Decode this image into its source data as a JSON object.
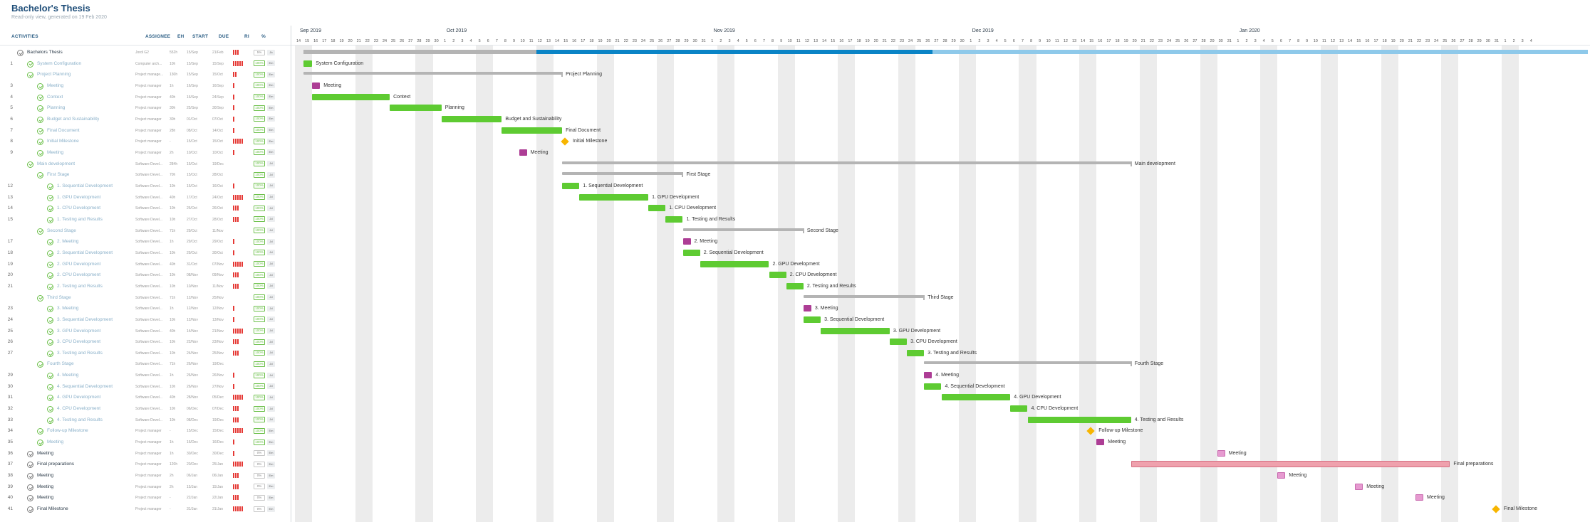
{
  "header": {
    "title": "Bachelor's Thesis",
    "subtitle": "Read-only view, generated on 19 Feb 2020"
  },
  "columns": {
    "activities": "ACTIVITIES",
    "assignee": "ASSIGNEE",
    "eh": "EH",
    "start": "START",
    "due": "DUE",
    "ri": "RI",
    "pct": "%"
  },
  "timeline": {
    "months": [
      "Sep 2019",
      "Oct 2019",
      "Nov 2019",
      "Dec 2019",
      "Jan 2020"
    ],
    "days": [
      "14",
      "15",
      "16",
      "17",
      "18",
      "19",
      "20",
      "21",
      "22",
      "23",
      "24",
      "25",
      "26",
      "27",
      "28",
      "29",
      "30",
      "1",
      "2",
      "3",
      "4",
      "5",
      "6",
      "7",
      "8",
      "9",
      "10",
      "11",
      "12",
      "13",
      "14",
      "15",
      "16",
      "17",
      "18",
      "19",
      "20",
      "21",
      "22",
      "23",
      "24",
      "25",
      "26",
      "27",
      "28",
      "29",
      "30",
      "31",
      "1",
      "2",
      "3",
      "4",
      "5",
      "6",
      "7",
      "8",
      "9",
      "10",
      "11",
      "12",
      "13",
      "14",
      "15",
      "16",
      "17",
      "18",
      "19",
      "20",
      "21",
      "22",
      "23",
      "24",
      "25",
      "26",
      "27",
      "28",
      "29",
      "30",
      "1",
      "2",
      "3",
      "4",
      "5",
      "6",
      "7",
      "8",
      "9",
      "10",
      "11",
      "12",
      "13",
      "14",
      "15",
      "16",
      "17",
      "18",
      "19",
      "20",
      "21",
      "22",
      "23",
      "24",
      "25",
      "26",
      "27",
      "28",
      "29",
      "30",
      "31",
      "1",
      "2",
      "3",
      "4",
      "5",
      "6",
      "7",
      "8",
      "9",
      "10",
      "11",
      "12",
      "13",
      "14",
      "15",
      "16",
      "17",
      "18",
      "19",
      "20",
      "21",
      "22",
      "23",
      "24",
      "25",
      "26",
      "27",
      "28",
      "29",
      "30",
      "31",
      "1",
      "2",
      "3",
      "4"
    ]
  },
  "colors": {
    "task": "#5ecb32",
    "summary": "#b4b4b4",
    "meeting": "#ad3d95",
    "milestone": "#f7b500",
    "progress": "#0a84c6",
    "future": "#efa1ad"
  },
  "rows": [
    {
      "num": "",
      "name": "Bachelors Thesis",
      "indent": 0,
      "top": true,
      "assignee": "Jordi G2",
      "eh": "552h",
      "start": "15/Sep",
      "due": "21/Feb",
      "pct": "5%",
      "tag": "Jb",
      "ri": 3,
      "done": false
    },
    {
      "num": "1",
      "name": "System Configuration",
      "indent": 1,
      "assignee": "Computer arch...",
      "eh": "10h",
      "start": "15/Sep",
      "due": "15/Sep",
      "pct": "100%",
      "tag": "Em",
      "ri": 5,
      "done": true
    },
    {
      "num": "",
      "name": "Project Planning",
      "indent": 1,
      "assignee": "Project manage...",
      "eh": "130h",
      "start": "15/Sep",
      "due": "15/Oct",
      "pct": "100%",
      "tag": "Em",
      "ri": 2,
      "done": true
    },
    {
      "num": "3",
      "name": "Meeting",
      "indent": 2,
      "assignee": "Project manager",
      "eh": "1h",
      "start": "16/Sep",
      "due": "16/Sep",
      "pct": "100%",
      "tag": "Em",
      "ri": 1,
      "done": true
    },
    {
      "num": "4",
      "name": "Context",
      "indent": 2,
      "assignee": "Project manager",
      "eh": "40h",
      "start": "16/Sep",
      "due": "24/Sep",
      "pct": "100%",
      "tag": "Em",
      "ri": 1,
      "done": true
    },
    {
      "num": "5",
      "name": "Planning",
      "indent": 2,
      "assignee": "Project manager",
      "eh": "30h",
      "start": "25/Sep",
      "due": "30/Sep",
      "pct": "100%",
      "tag": "Em",
      "ri": 1,
      "done": true
    },
    {
      "num": "6",
      "name": "Budget and Sustainability",
      "indent": 2,
      "assignee": "Project manager",
      "eh": "30h",
      "start": "01/Oct",
      "due": "07/Oct",
      "pct": "100%",
      "tag": "Em",
      "ri": 1,
      "done": true
    },
    {
      "num": "7",
      "name": "Final Document",
      "indent": 2,
      "assignee": "Project manager",
      "eh": "28h",
      "start": "08/Oct",
      "due": "14/Oct",
      "pct": "100%",
      "tag": "Em",
      "ri": 1,
      "done": true
    },
    {
      "num": "8",
      "name": "Initial Milestone",
      "indent": 2,
      "assignee": "Project manager",
      "eh": "-",
      "start": "15/Oct",
      "due": "15/Oct",
      "pct": "100%",
      "tag": "Em",
      "ri": 5,
      "done": true
    },
    {
      "num": "9",
      "name": "Meeting",
      "indent": 2,
      "assignee": "Project manager",
      "eh": "2h",
      "start": "10/Oct",
      "due": "10/Oct",
      "pct": "100%",
      "tag": "Em",
      "ri": 1,
      "done": true
    },
    {
      "num": "",
      "name": "Main development",
      "indent": 1,
      "assignee": "Software Devel...",
      "eh": "284h",
      "start": "15/Oct",
      "due": "19/Dec",
      "pct": "100%",
      "tag": "Jd",
      "ri": 0,
      "done": true
    },
    {
      "num": "",
      "name": "First Stage",
      "indent": 2,
      "assignee": "Software Devel...",
      "eh": "70h",
      "start": "15/Oct",
      "due": "28/Oct",
      "pct": "100%",
      "tag": "Jd",
      "ri": 0,
      "done": true
    },
    {
      "num": "12",
      "name": "1. Sequential Development",
      "indent": 3,
      "assignee": "Software Devel...",
      "eh": "10h",
      "start": "15/Oct",
      "due": "16/Oct",
      "pct": "100%",
      "tag": "Jd",
      "ri": 1,
      "done": true
    },
    {
      "num": "13",
      "name": "1. GPU Development",
      "indent": 3,
      "assignee": "Software Devel...",
      "eh": "40h",
      "start": "17/Oct",
      "due": "24/Oct",
      "pct": "100%",
      "tag": "Jd",
      "ri": 5,
      "done": true
    },
    {
      "num": "14",
      "name": "1. CPU Development",
      "indent": 3,
      "assignee": "Software Devel...",
      "eh": "10h",
      "start": "25/Oct",
      "due": "26/Oct",
      "pct": "100%",
      "tag": "Jd",
      "ri": 3,
      "done": true
    },
    {
      "num": "15",
      "name": "1. Testing and Results",
      "indent": 3,
      "assignee": "Software Devel...",
      "eh": "10h",
      "start": "27/Oct",
      "due": "28/Oct",
      "pct": "100%",
      "tag": "Jd",
      "ri": 3,
      "done": true
    },
    {
      "num": "",
      "name": "Second Stage",
      "indent": 2,
      "assignee": "Software Devel...",
      "eh": "71h",
      "start": "29/Oct",
      "due": "11/Nov",
      "pct": "100%",
      "tag": "Jd",
      "ri": 0,
      "done": true
    },
    {
      "num": "17",
      "name": "2. Meeting",
      "indent": 3,
      "assignee": "Software Devel...",
      "eh": "1h",
      "start": "29/Oct",
      "due": "29/Oct",
      "pct": "100%",
      "tag": "Jd",
      "ri": 1,
      "done": true
    },
    {
      "num": "18",
      "name": "2. Sequential Development",
      "indent": 3,
      "assignee": "Software Devel...",
      "eh": "10h",
      "start": "29/Oct",
      "due": "30/Oct",
      "pct": "100%",
      "tag": "Jd",
      "ri": 1,
      "done": true
    },
    {
      "num": "19",
      "name": "2. GPU Development",
      "indent": 3,
      "assignee": "Software Devel...",
      "eh": "40h",
      "start": "31/Oct",
      "due": "07/Nov",
      "pct": "100%",
      "tag": "Jd",
      "ri": 5,
      "done": true
    },
    {
      "num": "20",
      "name": "2. CPU Development",
      "indent": 3,
      "assignee": "Software Devel...",
      "eh": "10h",
      "start": "08/Nov",
      "due": "09/Nov",
      "pct": "100%",
      "tag": "Jd",
      "ri": 3,
      "done": true
    },
    {
      "num": "21",
      "name": "2. Testing and Results",
      "indent": 3,
      "assignee": "Software Devel...",
      "eh": "10h",
      "start": "10/Nov",
      "due": "11/Nov",
      "pct": "100%",
      "tag": "Jd",
      "ri": 3,
      "done": true
    },
    {
      "num": "",
      "name": "Third Stage",
      "indent": 2,
      "assignee": "Software Devel...",
      "eh": "71h",
      "start": "12/Nov",
      "due": "25/Nov",
      "pct": "100%",
      "tag": "Jd",
      "ri": 0,
      "done": true
    },
    {
      "num": "23",
      "name": "3. Meeting",
      "indent": 3,
      "assignee": "Software Devel...",
      "eh": "1h",
      "start": "12/Nov",
      "due": "12/Nov",
      "pct": "100%",
      "tag": "Jd",
      "ri": 1,
      "done": true
    },
    {
      "num": "24",
      "name": "3. Sequential Development",
      "indent": 3,
      "assignee": "Software Devel...",
      "eh": "10h",
      "start": "12/Nov",
      "due": "13/Nov",
      "pct": "100%",
      "tag": "Jd",
      "ri": 1,
      "done": true
    },
    {
      "num": "25",
      "name": "3. GPU Development",
      "indent": 3,
      "assignee": "Software Devel...",
      "eh": "40h",
      "start": "14/Nov",
      "due": "21/Nov",
      "pct": "100%",
      "tag": "Jd",
      "ri": 5,
      "done": true
    },
    {
      "num": "26",
      "name": "3. CPU Development",
      "indent": 3,
      "assignee": "Software Devel...",
      "eh": "10h",
      "start": "22/Nov",
      "due": "23/Nov",
      "pct": "100%",
      "tag": "Jd",
      "ri": 3,
      "done": true
    },
    {
      "num": "27",
      "name": "3. Testing and Results",
      "indent": 3,
      "assignee": "Software Devel...",
      "eh": "10h",
      "start": "24/Nov",
      "due": "25/Nov",
      "pct": "100%",
      "tag": "Jd",
      "ri": 3,
      "done": true
    },
    {
      "num": "",
      "name": "Fourth Stage",
      "indent": 2,
      "assignee": "Software Devel...",
      "eh": "71h",
      "start": "26/Nov",
      "due": "19/Dec",
      "pct": "100%",
      "tag": "Jd",
      "ri": 0,
      "done": true
    },
    {
      "num": "29",
      "name": "4. Meeting",
      "indent": 3,
      "assignee": "Software Devel...",
      "eh": "1h",
      "start": "26/Nov",
      "due": "26/Nov",
      "pct": "100%",
      "tag": "Jd",
      "ri": 1,
      "done": true
    },
    {
      "num": "30",
      "name": "4. Sequential Development",
      "indent": 3,
      "assignee": "Software Devel...",
      "eh": "10h",
      "start": "26/Nov",
      "due": "27/Nov",
      "pct": "100%",
      "tag": "Jd",
      "ri": 1,
      "done": true
    },
    {
      "num": "31",
      "name": "4. GPU Development",
      "indent": 3,
      "assignee": "Software Devel...",
      "eh": "40h",
      "start": "28/Nov",
      "due": "05/Dec",
      "pct": "100%",
      "tag": "Jd",
      "ri": 5,
      "done": true
    },
    {
      "num": "32",
      "name": "4. CPU Development",
      "indent": 3,
      "assignee": "Software Devel...",
      "eh": "10h",
      "start": "06/Dec",
      "due": "07/Dec",
      "pct": "100%",
      "tag": "Jd",
      "ri": 3,
      "done": true
    },
    {
      "num": "33",
      "name": "4. Testing and Results",
      "indent": 3,
      "assignee": "Software Devel...",
      "eh": "10h",
      "start": "08/Dec",
      "due": "19/Dec",
      "pct": "100%",
      "tag": "Jd",
      "ri": 3,
      "done": true
    },
    {
      "num": "34",
      "name": "Follow-up Milestone",
      "indent": 2,
      "assignee": "Project manager",
      "eh": "-",
      "start": "15/Dec",
      "due": "15/Dec",
      "pct": "100%",
      "tag": "Em",
      "ri": 5,
      "done": true
    },
    {
      "num": "35",
      "name": "Meeting",
      "indent": 2,
      "assignee": "Project manager",
      "eh": "1h",
      "start": "16/Dec",
      "due": "16/Dec",
      "pct": "100%",
      "tag": "Em",
      "ri": 1,
      "done": true
    },
    {
      "num": "36",
      "name": "Meeting",
      "indent": 1,
      "top": true,
      "assignee": "Project manager",
      "eh": "1h",
      "start": "30/Dec",
      "due": "30/Dec",
      "pct": "0%",
      "tag": "Em",
      "ri": 1,
      "done": false
    },
    {
      "num": "37",
      "name": "Final preparations",
      "indent": 1,
      "top": true,
      "assignee": "Project manager",
      "eh": "120h",
      "start": "20/Dec",
      "due": "25/Jan",
      "pct": "0%",
      "tag": "Em",
      "ri": 5,
      "done": false
    },
    {
      "num": "38",
      "name": "Meeting",
      "indent": 1,
      "top": true,
      "assignee": "Project manager",
      "eh": "2h",
      "start": "06/Jan",
      "due": "06/Jan",
      "pct": "0%",
      "tag": "Em",
      "ri": 3,
      "done": false
    },
    {
      "num": "39",
      "name": "Meeting",
      "indent": 1,
      "top": true,
      "assignee": "Project manager",
      "eh": "2h",
      "start": "15/Jan",
      "due": "15/Jan",
      "pct": "0%",
      "tag": "Em",
      "ri": 3,
      "done": false
    },
    {
      "num": "40",
      "name": "Meeting",
      "indent": 1,
      "top": true,
      "assignee": "Project manager",
      "eh": "-",
      "start": "22/Jan",
      "due": "22/Jan",
      "pct": "0%",
      "tag": "Em",
      "ri": 3,
      "done": false
    },
    {
      "num": "41",
      "name": "Final Milestone",
      "indent": 1,
      "top": true,
      "assignee": "Project manager",
      "eh": "-",
      "start": "31/Jan",
      "due": "31/Jan",
      "pct": "0%",
      "tag": "Em",
      "ri": 5,
      "done": false
    }
  ],
  "bars": [
    {
      "row": 0,
      "type": "root",
      "from": 1,
      "to": 150,
      "progress_from": 28,
      "progress_to": 74
    },
    {
      "row": 1,
      "type": "task",
      "from": 1,
      "to": 2,
      "label": "System Configuration"
    },
    {
      "row": 2,
      "type": "summary",
      "from": 1,
      "to": 31,
      "label": "Project Planning"
    },
    {
      "row": 3,
      "type": "meeting",
      "from": 2,
      "label": "Meeting"
    },
    {
      "row": 4,
      "type": "task",
      "from": 2,
      "to": 11,
      "label": "Context"
    },
    {
      "row": 5,
      "type": "task",
      "from": 11,
      "to": 17,
      "label": "Planning"
    },
    {
      "row": 6,
      "type": "task",
      "from": 17,
      "to": 24,
      "label": "Budget and Sustainability"
    },
    {
      "row": 7,
      "type": "task",
      "from": 24,
      "to": 31,
      "label": "Final Document"
    },
    {
      "row": 8,
      "type": "milestone",
      "from": 31,
      "label": "Initial Milestone"
    },
    {
      "row": 9,
      "type": "meeting",
      "from": 26,
      "label": "Meeting"
    },
    {
      "row": 10,
      "type": "summary",
      "from": 31,
      "to": 97,
      "label": "Main development"
    },
    {
      "row": 11,
      "type": "summary",
      "from": 31,
      "to": 45,
      "label": "First Stage"
    },
    {
      "row": 12,
      "type": "task",
      "from": 31,
      "to": 33,
      "label": "1. Sequential Development"
    },
    {
      "row": 13,
      "type": "task",
      "from": 33,
      "to": 41,
      "label": "1. GPU Development"
    },
    {
      "row": 14,
      "type": "task",
      "from": 41,
      "to": 43,
      "label": "1. CPU Development"
    },
    {
      "row": 15,
      "type": "task",
      "from": 43,
      "to": 45,
      "label": "1. Testing and Results"
    },
    {
      "row": 16,
      "type": "summary",
      "from": 45,
      "to": 59,
      "label": "Second Stage"
    },
    {
      "row": 17,
      "type": "meeting",
      "from": 45,
      "label": "2. Meeting"
    },
    {
      "row": 18,
      "type": "task",
      "from": 45,
      "to": 47,
      "label": "2. Sequential Development"
    },
    {
      "row": 19,
      "type": "task",
      "from": 47,
      "to": 55,
      "label": "2. GPU Development"
    },
    {
      "row": 20,
      "type": "task",
      "from": 55,
      "to": 57,
      "label": "2. CPU Development"
    },
    {
      "row": 21,
      "type": "task",
      "from": 57,
      "to": 59,
      "label": "2. Testing and Results"
    },
    {
      "row": 22,
      "type": "summary",
      "from": 59,
      "to": 73,
      "label": "Third Stage"
    },
    {
      "row": 23,
      "type": "meeting",
      "from": 59,
      "label": "3. Meeting"
    },
    {
      "row": 24,
      "type": "task",
      "from": 59,
      "to": 61,
      "label": "3. Sequential Development"
    },
    {
      "row": 25,
      "type": "task",
      "from": 61,
      "to": 69,
      "label": "3. GPU Development"
    },
    {
      "row": 26,
      "type": "task",
      "from": 69,
      "to": 71,
      "label": "3. CPU Development"
    },
    {
      "row": 27,
      "type": "task",
      "from": 71,
      "to": 73,
      "label": "3. Testing and Results"
    },
    {
      "row": 28,
      "type": "summary",
      "from": 73,
      "to": 97,
      "label": "Fourth Stage"
    },
    {
      "row": 29,
      "type": "meeting",
      "from": 73,
      "label": "4. Meeting"
    },
    {
      "row": 30,
      "type": "task",
      "from": 73,
      "to": 75,
      "label": "4. Sequential Development"
    },
    {
      "row": 31,
      "type": "task",
      "from": 75,
      "to": 83,
      "label": "4. GPU Development"
    },
    {
      "row": 32,
      "type": "task",
      "from": 83,
      "to": 85,
      "label": "4. CPU Development"
    },
    {
      "row": 33,
      "type": "task",
      "from": 85,
      "to": 97,
      "label": "4. Testing and Results"
    },
    {
      "row": 34,
      "type": "milestone",
      "from": 92,
      "label": "Follow-up Milestone"
    },
    {
      "row": 35,
      "type": "meeting",
      "from": 93,
      "label": "Meeting"
    },
    {
      "row": 36,
      "type": "future-m",
      "from": 107,
      "label": "Meeting"
    },
    {
      "row": 37,
      "type": "future",
      "from": 97,
      "to": 134,
      "label": "Final preparations"
    },
    {
      "row": 38,
      "type": "future-m",
      "from": 114,
      "label": "Meeting"
    },
    {
      "row": 39,
      "type": "future-m",
      "from": 123,
      "label": "Meeting"
    },
    {
      "row": 40,
      "type": "future-m",
      "from": 130,
      "label": "Meeting"
    },
    {
      "row": 41,
      "type": "milestone",
      "from": 139,
      "label": "Final Milestone"
    }
  ]
}
